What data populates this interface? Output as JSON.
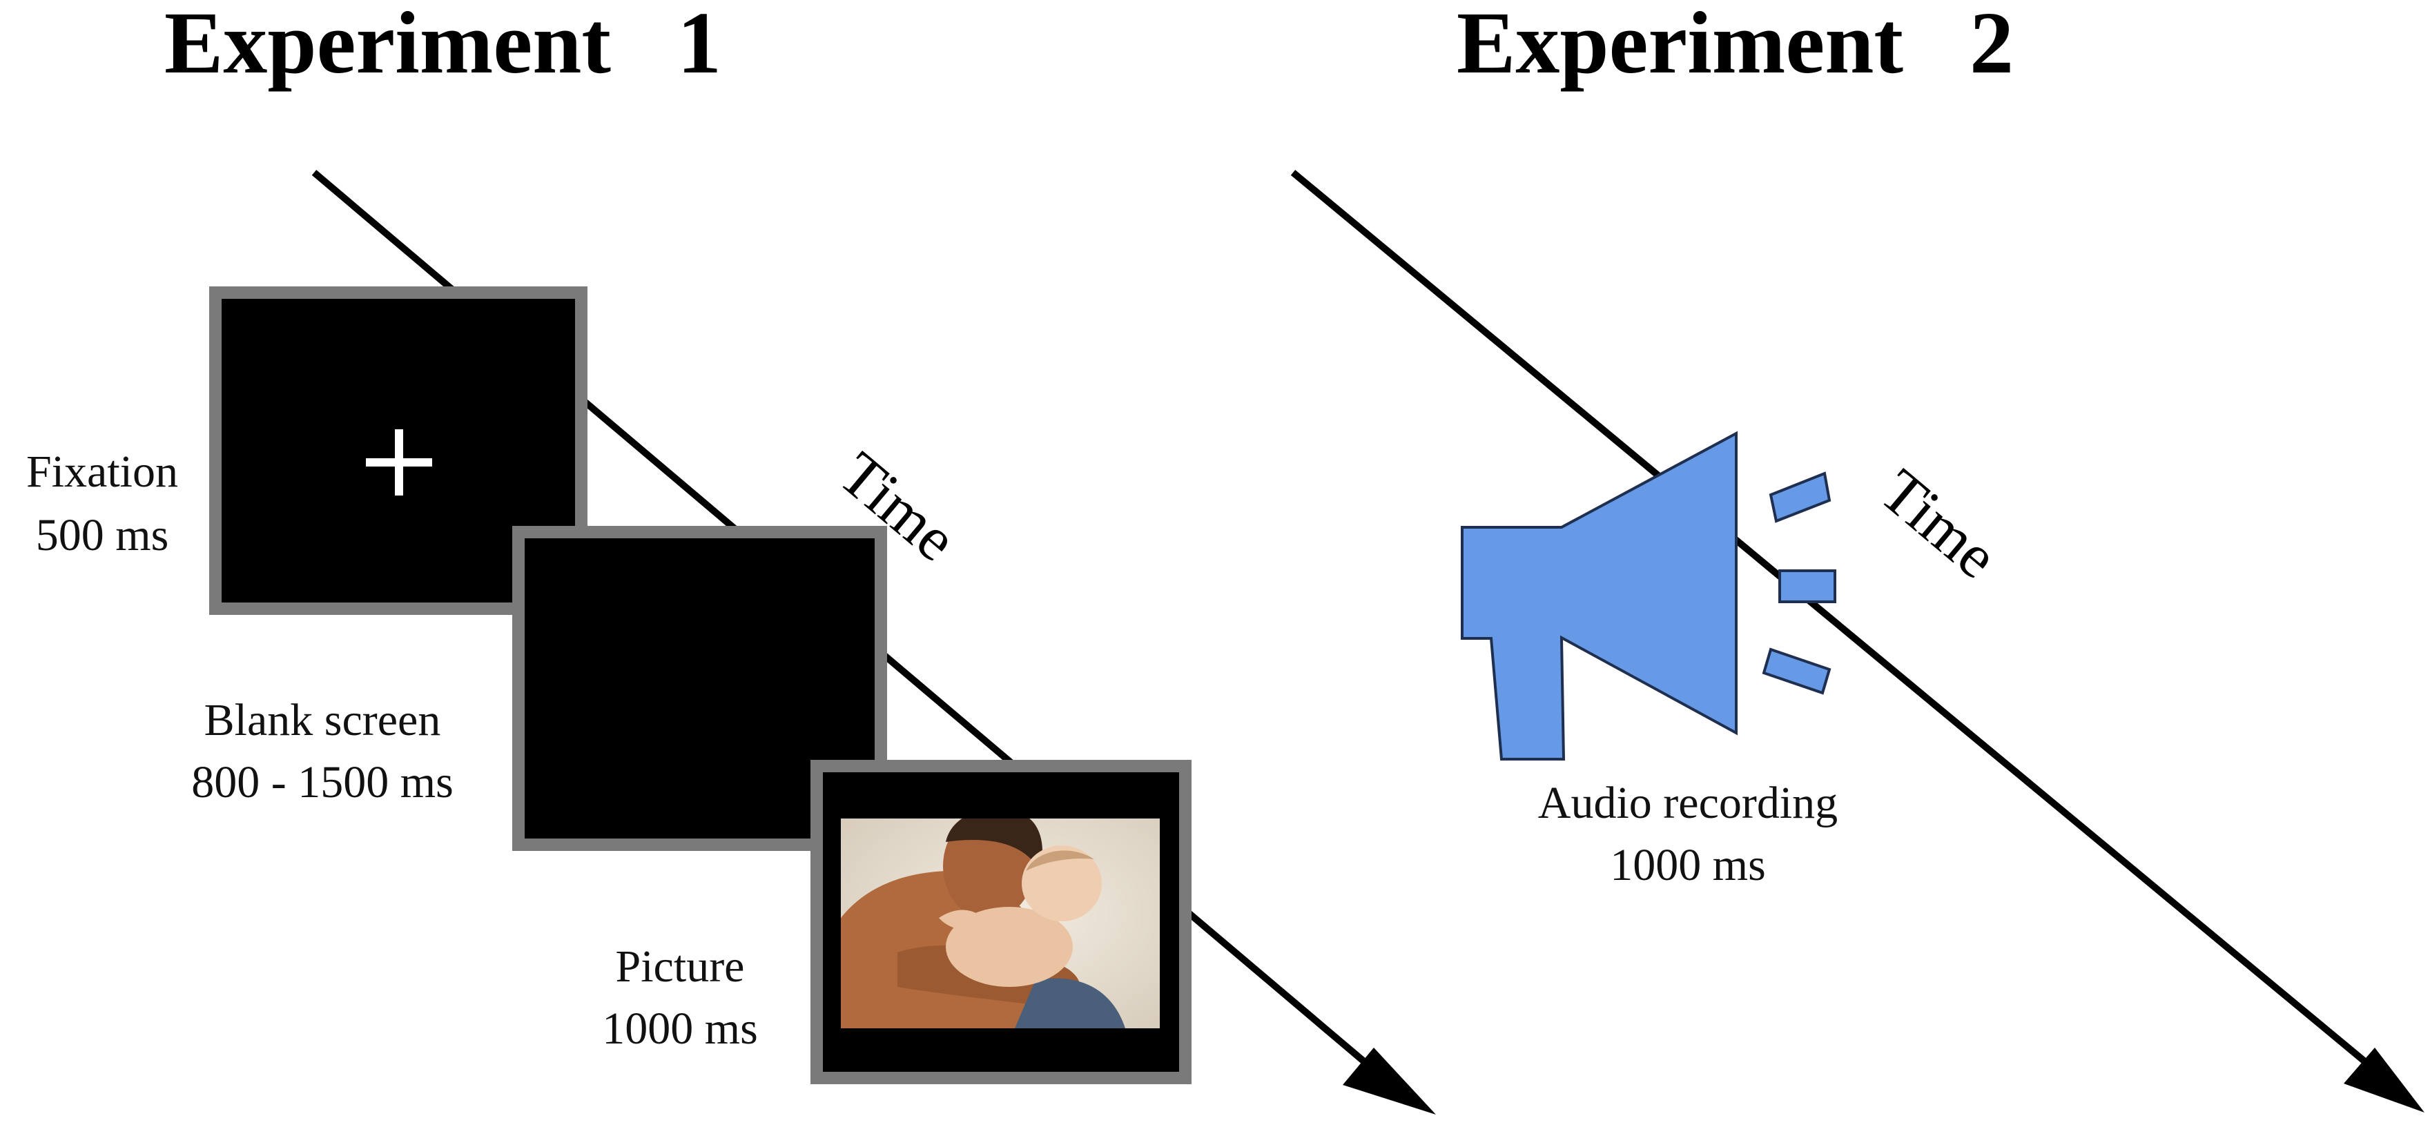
{
  "experiment1": {
    "title": "Experiment   1",
    "time_label": "Time",
    "fixation": {
      "label": "Fixation",
      "duration": "500 ms",
      "symbol": "+"
    },
    "blank": {
      "label": "Blank screen",
      "duration": "800 - 1500 ms"
    },
    "picture": {
      "label": "Picture",
      "duration": "1000 ms",
      "icon": "photo-adult-holding-infant"
    }
  },
  "experiment2": {
    "title": "Experiment   2",
    "time_label": "Time",
    "audio": {
      "label": "Audio recording",
      "duration": "1000 ms",
      "icon": "megaphone-icon"
    }
  },
  "colors": {
    "screen": "#000000",
    "screen_border": "#7a7a7a",
    "megaphone": "#6699e6",
    "arrow": "#000000"
  }
}
